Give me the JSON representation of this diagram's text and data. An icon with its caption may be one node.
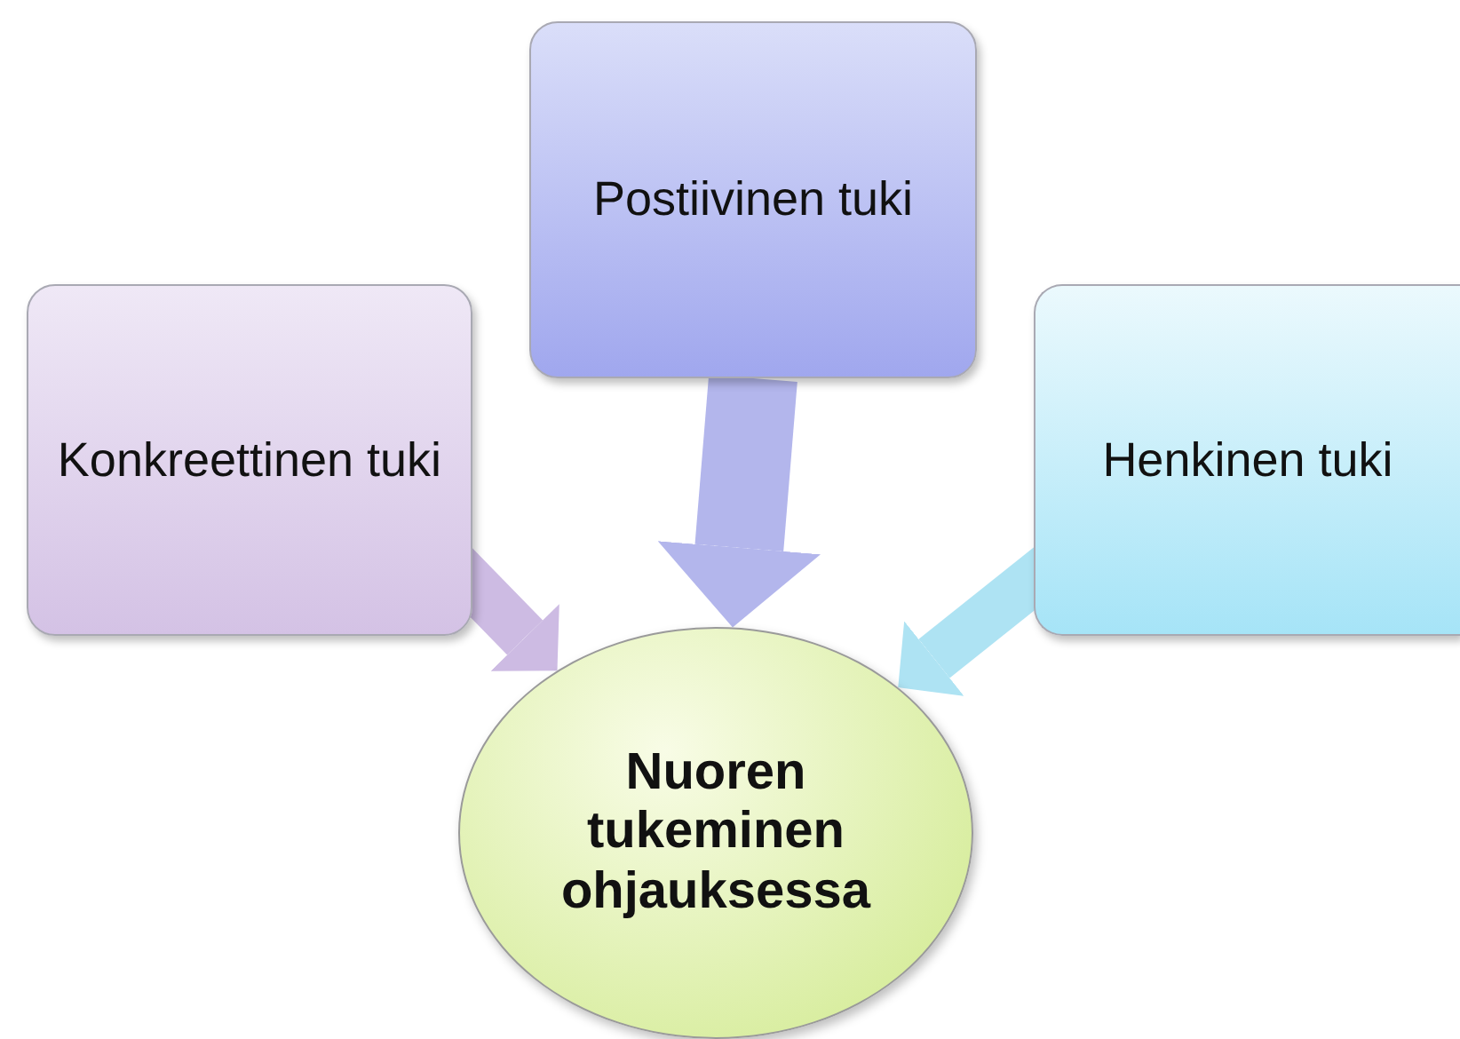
{
  "diagram": {
    "nodes": [
      {
        "text": [
          "Konkreettinen tuki"
        ]
      },
      {
        "text": [
          "Postiivinen tuki"
        ]
      },
      {
        "text": [
          "Henkinen tuki"
        ]
      },
      {
        "text": [
          "Nuoren tukeminen ohjauksessa"
        ]
      }
    ],
    "edges": [
      {
        "from": 1,
        "to": 3,
        "arrow": "to",
        "color": "#b3b6ec"
      },
      {
        "from": 0,
        "to": 3,
        "arrow": "to",
        "color": "#cdbbe3"
      },
      {
        "from": 2,
        "to": 3,
        "arrow": "to",
        "color": "#aee3f3"
      }
    ]
  }
}
